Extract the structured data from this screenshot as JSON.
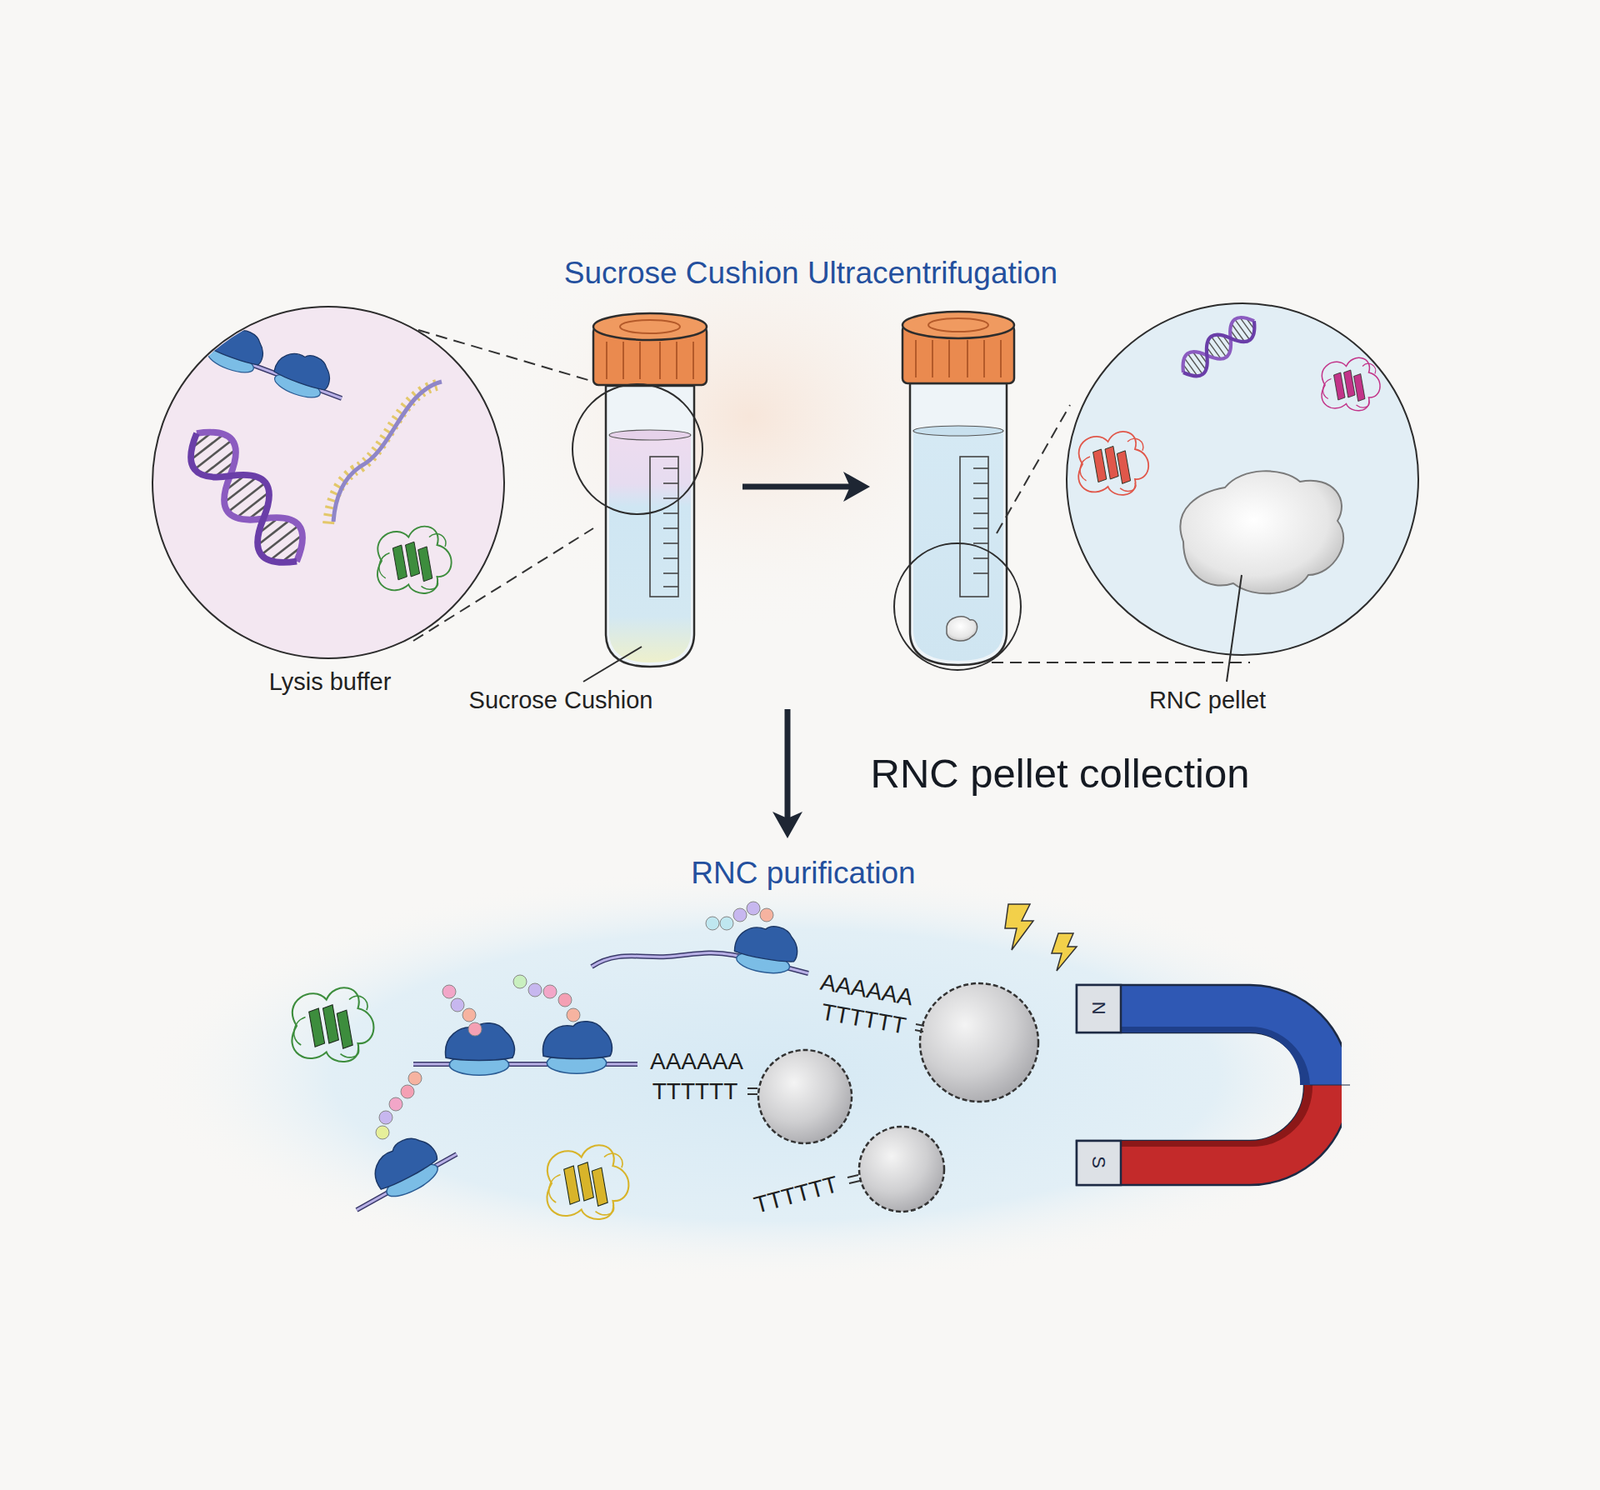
{
  "diagram": {
    "title": "Sucrose Cushion Ultracentrifugation",
    "labels": [
      "Lysis buffer",
      "Sucrose Cushion",
      "RNC pellet",
      "RNC pellet collection",
      "RNC purification",
      "AAAAAA",
      "TTTTTT",
      "AAAAAA",
      "TTTTTT",
      "TTTTTT",
      "N",
      "S"
    ]
  }
}
